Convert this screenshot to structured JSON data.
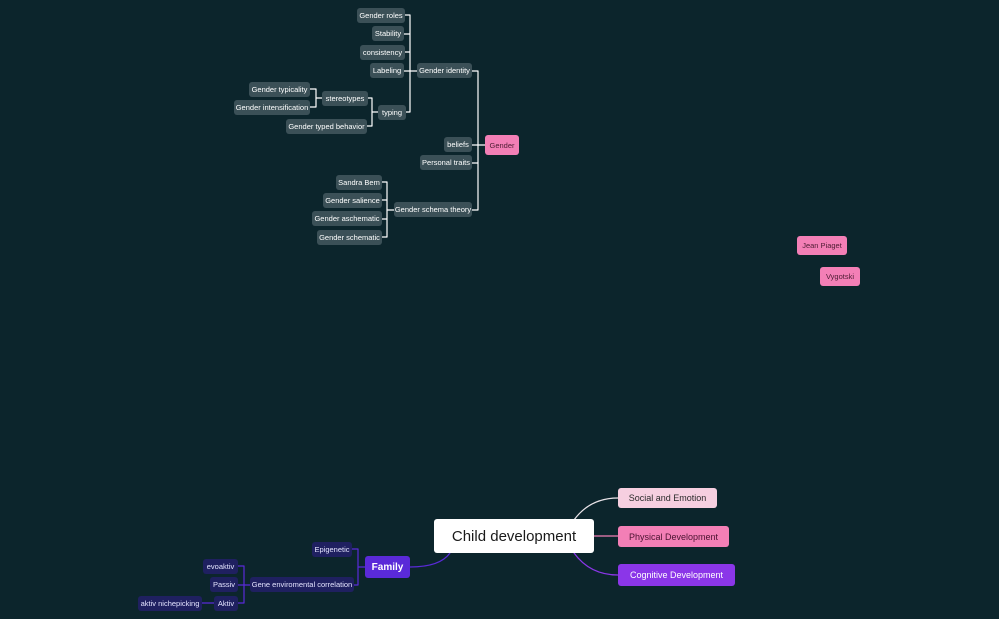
{
  "mindmap": {
    "root": "Child development",
    "main_branches": {
      "social": "Social and Emotion",
      "physical": "Physical Development",
      "cognitive": "Cognitive Development",
      "family": "Family"
    },
    "family": {
      "epigenetic": "Epigenetic",
      "gene_env": "Gene enviromental correlation",
      "evoaktiv": "evoaktiv",
      "passiv": "Passiv",
      "aktiv": "Aktiv",
      "nichepicking": "aktiv nichepicking"
    },
    "gender": {
      "title": "Gender",
      "gender_identity": "Gender identity",
      "gender_roles": "Gender roles",
      "stability": "Stability",
      "consistency": "consistency",
      "labeling": "Labeling",
      "typing": "typing",
      "stereotypes": "stereotypes",
      "gender_typicality": "Gender typicality",
      "gender_intensification": "Gender intensification",
      "gender_typed_behavior": "Gender typed behavior",
      "beliefs": "beliefs",
      "personal_traits": "Personal traits",
      "schema_theory": "Gender schema theory",
      "sandra_bem": "Sandra Bem",
      "gender_salience": "Gender salience",
      "gender_aschematic": "Gender aschematic",
      "gender_schematic": "Gender schematic"
    },
    "floating": {
      "piaget": "Jean Piaget",
      "vygotski": "Vygotski"
    }
  },
  "colors": {
    "background": "#0c252c",
    "dark_node": "#3b5057",
    "pink": "#f37fb6",
    "navy": "#1f2060",
    "purple": "#8b36e8",
    "family_purple": "#5a2ad8",
    "light_pink": "#f6cfe0"
  }
}
